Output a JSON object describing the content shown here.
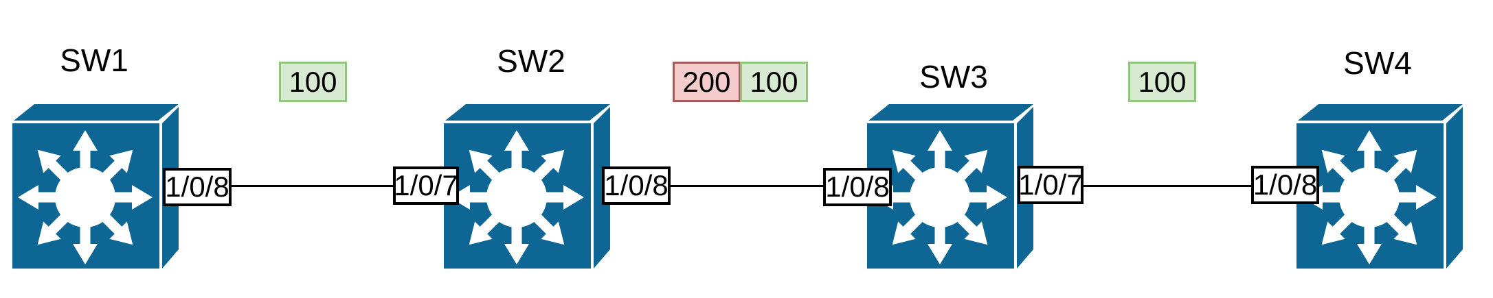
{
  "diagram_title": "switch-vlan-topology",
  "colors": {
    "background": "#ffffff",
    "switch_blue": "#0e6695",
    "link_black": "#000000",
    "port_fill": "#ffffff",
    "port_border": "#000000",
    "vlan_allowed_fill": "#d9ead3",
    "vlan_allowed_border": "#93c47d",
    "vlan_blocked_fill": "#f4cccc",
    "vlan_blocked_border": "#a85a5a",
    "text": "#000000"
  },
  "switches": [
    {
      "label": "SW1"
    },
    {
      "label": "SW2"
    },
    {
      "label": "SW3"
    },
    {
      "label": "SW4"
    }
  ],
  "ports": [
    {
      "switch": "SW1",
      "side": "right",
      "label": "1/0/8"
    },
    {
      "switch": "SW2",
      "side": "left",
      "label": "1/0/7"
    },
    {
      "switch": "SW2",
      "side": "right",
      "label": "1/0/8"
    },
    {
      "switch": "SW3",
      "side": "left",
      "label": "1/0/8"
    },
    {
      "switch": "SW3",
      "side": "right",
      "label": "1/0/7"
    },
    {
      "switch": "SW4",
      "side": "left",
      "label": "1/0/8"
    }
  ],
  "links": [
    {
      "from": "SW1 1/0/8",
      "to": "SW2 1/0/7"
    },
    {
      "from": "SW2 1/0/8",
      "to": "SW3 1/0/8"
    },
    {
      "from": "SW3 1/0/7",
      "to": "SW4 1/0/8"
    }
  ],
  "vlan_tags": [
    {
      "link": "SW1-SW2",
      "label": "100",
      "status": "allowed"
    },
    {
      "link": "SW2-SW3",
      "label": "200",
      "status": "blocked"
    },
    {
      "link": "SW2-SW3",
      "label": "100",
      "status": "allowed"
    },
    {
      "link": "SW3-SW4",
      "label": "100",
      "status": "allowed"
    }
  ]
}
